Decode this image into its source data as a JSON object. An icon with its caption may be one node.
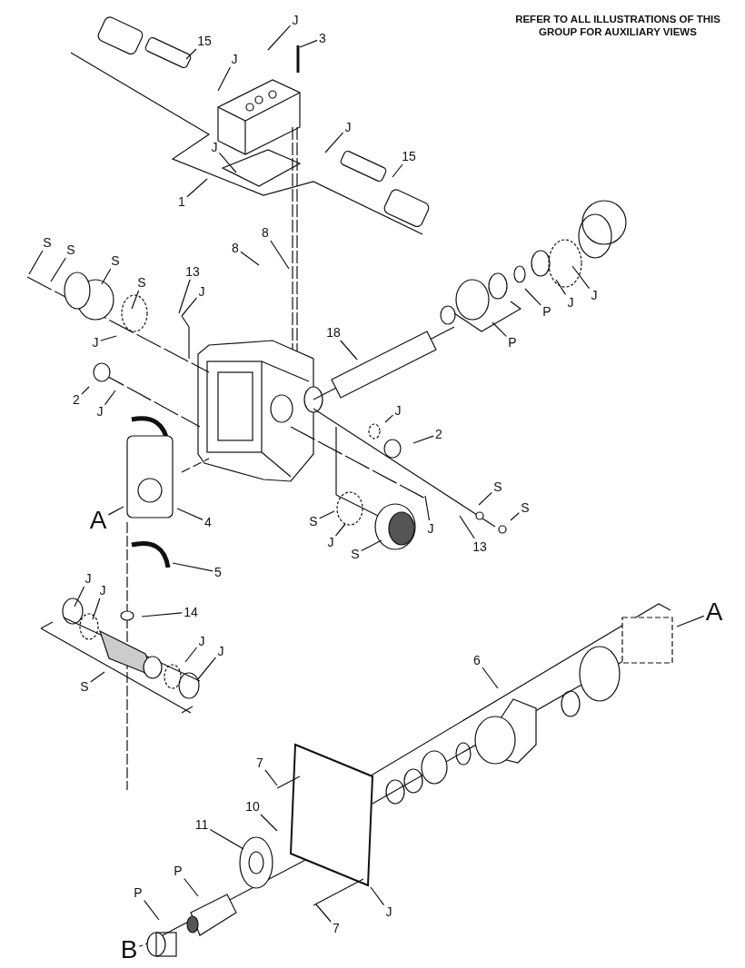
{
  "diagram": {
    "nodes": [
      {
        "text": [
          "15"
        ]
      },
      {
        "text": [
          "J"
        ]
      },
      {
        "text": [
          "3"
        ]
      },
      {
        "text": [
          "J"
        ]
      },
      {
        "text": [
          "J"
        ]
      },
      {
        "text": [
          "15"
        ]
      },
      {
        "text": [
          "J"
        ]
      },
      {
        "text": [
          "1"
        ]
      },
      {
        "text": [
          "8"
        ]
      },
      {
        "text": [
          "8"
        ]
      },
      {
        "text": [
          "S"
        ]
      },
      {
        "text": [
          "S"
        ]
      },
      {
        "text": [
          "S"
        ]
      },
      {
        "text": [
          "S"
        ]
      },
      {
        "text": [
          "13"
        ]
      },
      {
        "text": [
          "J"
        ]
      },
      {
        "text": [
          "J"
        ]
      },
      {
        "text": [
          "18"
        ]
      },
      {
        "text": [
          "P"
        ]
      },
      {
        "text": [
          "J"
        ]
      },
      {
        "text": [
          "J"
        ]
      },
      {
        "text": [
          "P"
        ]
      },
      {
        "text": [
          "2"
        ]
      },
      {
        "text": [
          "J"
        ]
      },
      {
        "text": [
          "J"
        ]
      },
      {
        "text": [
          "2"
        ]
      },
      {
        "text": [
          "A"
        ]
      },
      {
        "text": [
          "4"
        ]
      },
      {
        "text": [
          "S"
        ]
      },
      {
        "text": [
          "S"
        ]
      },
      {
        "text": [
          "S"
        ]
      },
      {
        "text": [
          "J"
        ]
      },
      {
        "text": [
          "J"
        ]
      },
      {
        "text": [
          "13"
        ]
      },
      {
        "text": [
          "S"
        ]
      },
      {
        "text": [
          "5"
        ]
      },
      {
        "text": [
          "J"
        ]
      },
      {
        "text": [
          "J"
        ]
      },
      {
        "text": [
          "14"
        ]
      },
      {
        "text": [
          "J"
        ]
      },
      {
        "text": [
          "J"
        ]
      },
      {
        "text": [
          "S"
        ]
      },
      {
        "text": [
          "A"
        ]
      },
      {
        "text": [
          "6"
        ]
      },
      {
        "text": [
          "7"
        ]
      },
      {
        "text": [
          "10"
        ]
      },
      {
        "text": [
          "11"
        ]
      },
      {
        "text": [
          "P"
        ]
      },
      {
        "text": [
          "P"
        ]
      },
      {
        "text": [
          "J"
        ]
      },
      {
        "text": [
          "7"
        ]
      },
      {
        "text": [
          "B"
        ]
      }
    ],
    "edges": [
      {
        "from": 0,
        "to": null,
        "arrow": "none"
      },
      {
        "from": 1,
        "to": null,
        "arrow": "none"
      },
      {
        "from": 2,
        "to": null,
        "arrow": "none"
      },
      {
        "from": 3,
        "to": null,
        "arrow": "none"
      },
      {
        "from": 4,
        "to": null,
        "arrow": "none"
      },
      {
        "from": 5,
        "to": null,
        "arrow": "none"
      },
      {
        "from": 6,
        "to": null,
        "arrow": "none"
      },
      {
        "from": 7,
        "to": null,
        "arrow": "none"
      },
      {
        "from": 8,
        "to": null,
        "arrow": "none"
      },
      {
        "from": 9,
        "to": null,
        "arrow": "none"
      },
      {
        "from": 10,
        "to": null,
        "arrow": "none"
      },
      {
        "from": 11,
        "to": null,
        "arrow": "none"
      },
      {
        "from": 12,
        "to": null,
        "arrow": "none"
      },
      {
        "from": 13,
        "to": null,
        "arrow": "none"
      },
      {
        "from": 14,
        "to": null,
        "arrow": "none"
      },
      {
        "from": 15,
        "to": null,
        "arrow": "none"
      },
      {
        "from": 16,
        "to": null,
        "arrow": "none"
      },
      {
        "from": 17,
        "to": null,
        "arrow": "none"
      },
      {
        "from": 18,
        "to": null,
        "arrow": "none"
      },
      {
        "from": 19,
        "to": null,
        "arrow": "none"
      },
      {
        "from": 20,
        "to": null,
        "arrow": "none"
      },
      {
        "from": 21,
        "to": null,
        "arrow": "none"
      },
      {
        "from": 22,
        "to": null,
        "arrow": "none"
      },
      {
        "from": 23,
        "to": null,
        "arrow": "none"
      },
      {
        "from": 24,
        "to": null,
        "arrow": "none"
      },
      {
        "from": 25,
        "to": null,
        "arrow": "none"
      },
      {
        "from": 26,
        "to": null,
        "arrow": "none"
      },
      {
        "from": 27,
        "to": null,
        "arrow": "none"
      },
      {
        "from": 28,
        "to": null,
        "arrow": "none"
      },
      {
        "from": 29,
        "to": null,
        "arrow": "none"
      },
      {
        "from": 30,
        "to": null,
        "arrow": "none"
      },
      {
        "from": 31,
        "to": null,
        "arrow": "none"
      },
      {
        "from": 32,
        "to": null,
        "arrow": "none"
      },
      {
        "from": 33,
        "to": null,
        "arrow": "none"
      },
      {
        "from": 34,
        "to": null,
        "arrow": "none"
      },
      {
        "from": 35,
        "to": null,
        "arrow": "none"
      },
      {
        "from": 36,
        "to": null,
        "arrow": "none"
      },
      {
        "from": 37,
        "to": null,
        "arrow": "none"
      },
      {
        "from": 38,
        "to": null,
        "arrow": "none"
      },
      {
        "from": 39,
        "to": null,
        "arrow": "none"
      },
      {
        "from": 40,
        "to": null,
        "arrow": "none"
      },
      {
        "from": 41,
        "to": null,
        "arrow": "none"
      },
      {
        "from": 42,
        "to": null,
        "arrow": "none"
      },
      {
        "from": 43,
        "to": null,
        "arrow": "none"
      },
      {
        "from": 44,
        "to": null,
        "arrow": "none"
      },
      {
        "from": 45,
        "to": null,
        "arrow": "none"
      },
      {
        "from": 46,
        "to": null,
        "arrow": "none"
      },
      {
        "from": 47,
        "to": null,
        "arrow": "none"
      },
      {
        "from": 48,
        "to": null,
        "arrow": "none"
      },
      {
        "from": 49,
        "to": null,
        "arrow": "none"
      },
      {
        "from": 50,
        "to": null,
        "arrow": "none"
      },
      {
        "from": 51,
        "to": null,
        "arrow": "none"
      }
    ],
    "labels": [
      "REFER TO ALL ILLUSTRATIONS OF THIS GROUP FOR AUXILIARY VIEWS"
    ]
  }
}
